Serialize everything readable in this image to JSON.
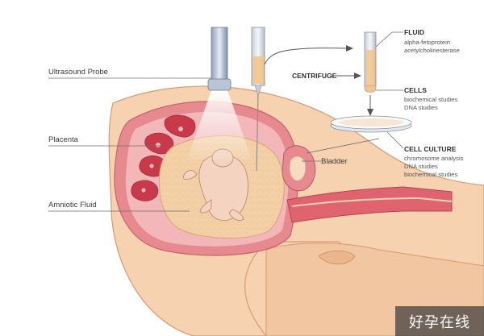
{
  "labels": {
    "ultrasound_probe": "Ultrasound Probe",
    "placenta": "Placenta",
    "amniotic_fluid": "Amniotic Fluid",
    "centrifuge": "CENTRIFUGE",
    "bladder": "Bladder"
  },
  "fluid": {
    "title": "FLUID",
    "items": [
      "alpha-fetoprotein",
      "acetylcholinesterase"
    ]
  },
  "cells": {
    "title": "CELLS",
    "items": [
      "biochemical studies",
      "DNA studies"
    ]
  },
  "cell_culture": {
    "title": "CELL CULTURE",
    "items": [
      "chromosome analysis",
      "DNA studies",
      "biochemical studies"
    ]
  },
  "watermark": "好孕在线",
  "colors": {
    "skin": "#f6d2b0",
    "skin_dark": "#ecb68c",
    "uterus_wall": "#e78a8f",
    "uterus_inner": "#f3b7b9",
    "placenta": "#c8394b",
    "amniotic": "#f3cfa6",
    "fetus": "#f4d3c0",
    "accent_arrow": "#555555"
  }
}
